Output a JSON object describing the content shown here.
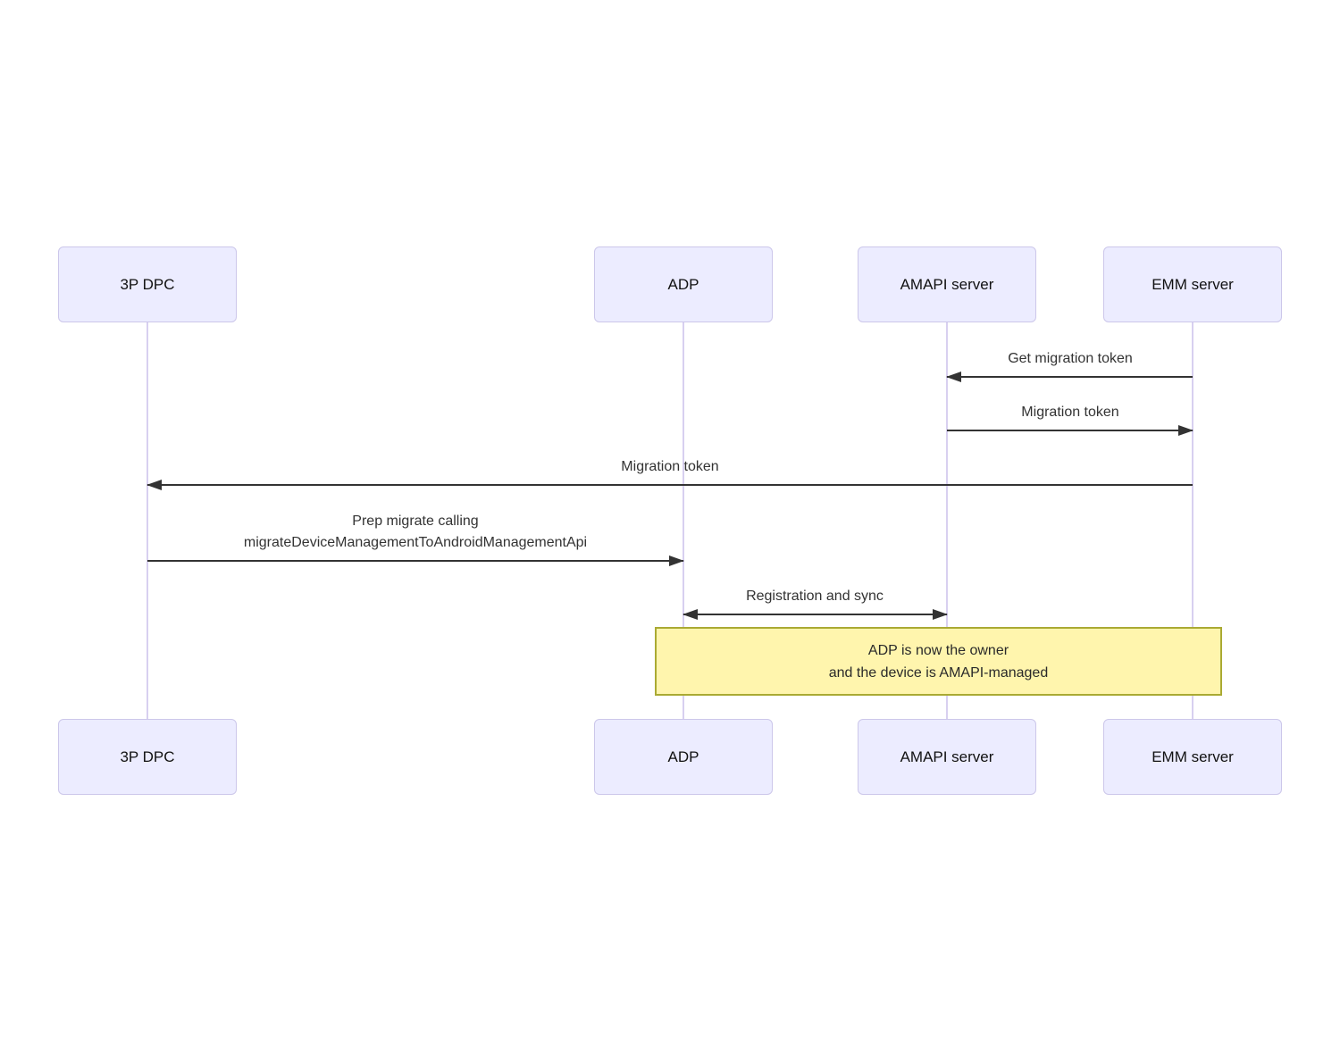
{
  "diagram": {
    "type": "sequence-diagram",
    "actors": [
      {
        "name": "3P DPC"
      },
      {
        "name": "ADP"
      },
      {
        "name": "AMAPI server"
      },
      {
        "name": "EMM server"
      }
    ],
    "messages": [
      {
        "label": "Get migration token",
        "from": "EMM server",
        "to": "AMAPI server",
        "bidirectional": false
      },
      {
        "label": "Migration token",
        "from": "AMAPI server",
        "to": "EMM server",
        "bidirectional": false
      },
      {
        "label": "Migration token",
        "from": "EMM server",
        "to": "3P DPC",
        "bidirectional": false
      },
      {
        "label": "Prep migrate calling\nmigrateDeviceManagementToAndroidManagementApi",
        "from": "3P DPC",
        "to": "ADP",
        "bidirectional": false
      },
      {
        "label": "Registration and sync",
        "from": "ADP",
        "to": "AMAPI server",
        "bidirectional": true
      }
    ],
    "note": {
      "text": "ADP is now the owner\nand the device is AMAPI-managed",
      "over": [
        "ADP",
        "EMM server"
      ]
    },
    "colors": {
      "background": "#FFFFFF",
      "actor_fill": "#ECECFF",
      "actor_border": "#CCC7EA",
      "lifeline": "#D8D0F0",
      "arrow": "#333333",
      "message_text": "#333333",
      "actor_text": "#111111",
      "note_fill": "#FFF5AD",
      "note_border": "#AAAA33",
      "note_text": "#2A2A2A"
    }
  }
}
